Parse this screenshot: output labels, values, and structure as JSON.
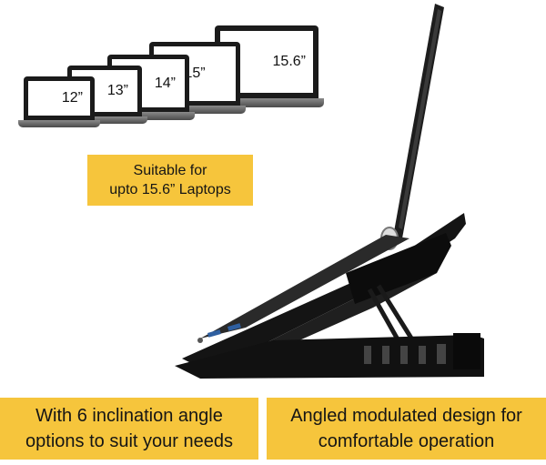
{
  "laptop_sizes": [
    "12”",
    "13”",
    "14”",
    "15”",
    "15.6”"
  ],
  "banners": {
    "top": {
      "line1": "Suitable for",
      "line2": "upto 15.6” Laptops"
    },
    "left": {
      "line1": "With 6 inclination angle",
      "line2": "options to suit your needs"
    },
    "right": {
      "line1": "Angled modulated design for",
      "line2": "comfortable operation"
    }
  },
  "colors": {
    "banner": "#f6c53c",
    "device": "#1b1b1b",
    "background": "#ffffff"
  }
}
